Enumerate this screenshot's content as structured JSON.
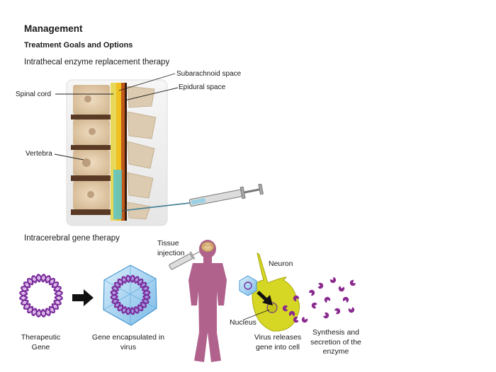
{
  "heading": "Management",
  "subheading": "Treatment Goals and Options",
  "sections": {
    "intrathecal": "Intrathecal enzyme replacement therapy",
    "intracerebral": "Intracerebral gene therapy"
  },
  "spine_labels": {
    "spinal_cord": "Spinal cord",
    "subarachnoid": "Subarachnoid space",
    "epidural": "Epidural space",
    "vertebra": "Vertebra"
  },
  "gene_labels": {
    "tissue_injection": "Tissue injection",
    "neuron": "Neuron",
    "nucleus": "Nucleus",
    "therapeutic_gene": "Therapeutic Gene",
    "gene_encapsulated": "Gene encapsulated in virus",
    "virus_releases": "Virus releases gene into cell",
    "synthesis": "Synthesis and secretion of the enzyme"
  },
  "colors": {
    "dna": "#7a2e9c",
    "virus": "#8fc8ee",
    "person": "#b0628d",
    "neuron": "#d6d624",
    "enzyme": "#8a2a8f",
    "bone": "#e6d3b4",
    "disc": "#5a3a24",
    "cord": "#f0c020"
  }
}
